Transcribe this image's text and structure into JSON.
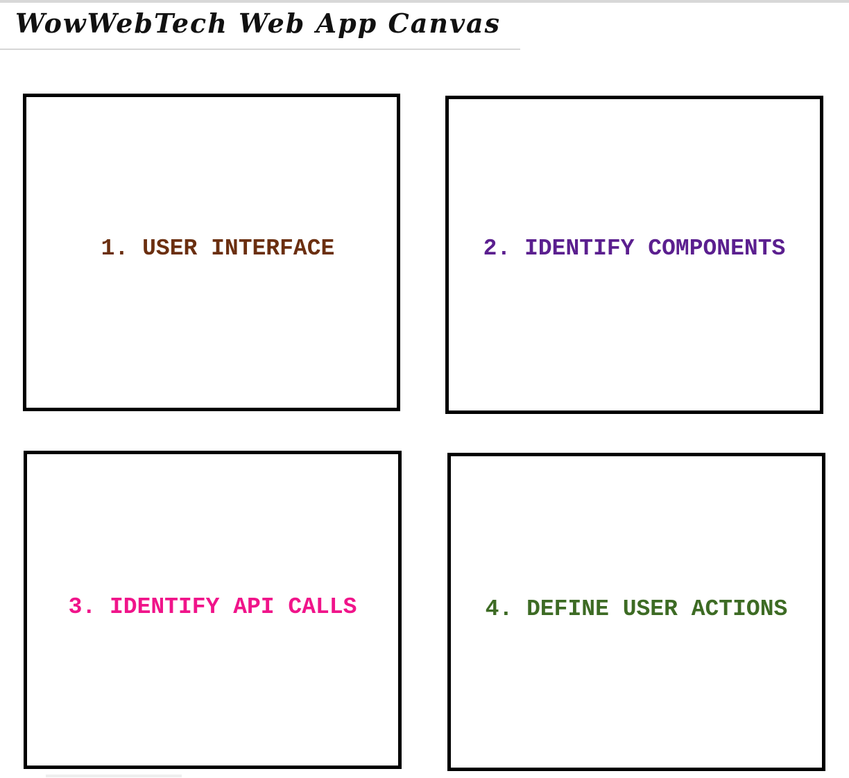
{
  "header": {
    "title": "WowWebTech Web App Canvas"
  },
  "canvas": {
    "boxes": [
      {
        "label": "1. USER INTERFACE",
        "color": "#6b2f10"
      },
      {
        "label": "2. IDENTIFY COMPONENTS",
        "color": "#5b1f8f"
      },
      {
        "label": "3. IDENTIFY API CALLS",
        "color": "#f0148a"
      },
      {
        "label": "4. DEFINE USER ACTIONS",
        "color": "#3d6b24"
      }
    ]
  }
}
